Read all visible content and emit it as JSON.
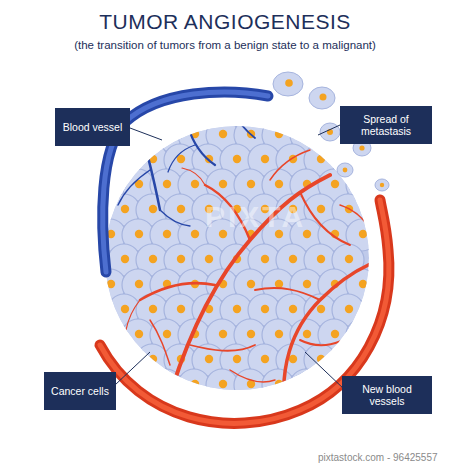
{
  "diagram": {
    "title": "TUMOR ANGIOGENESIS",
    "nodes": [
      {
        "text": [
          "Blood vessel"
        ]
      },
      {
        "text": [
          "Spread of metastasis"
        ]
      },
      {
        "text": [
          "Cancer cells"
        ]
      },
      {
        "text": [
          "New blood vessels"
        ]
      }
    ],
    "labels": [
      "(the transition of tumors from a benign state to a malignant)",
      "PIXTA",
      "pixtastock.com - 96425557"
    ]
  }
}
